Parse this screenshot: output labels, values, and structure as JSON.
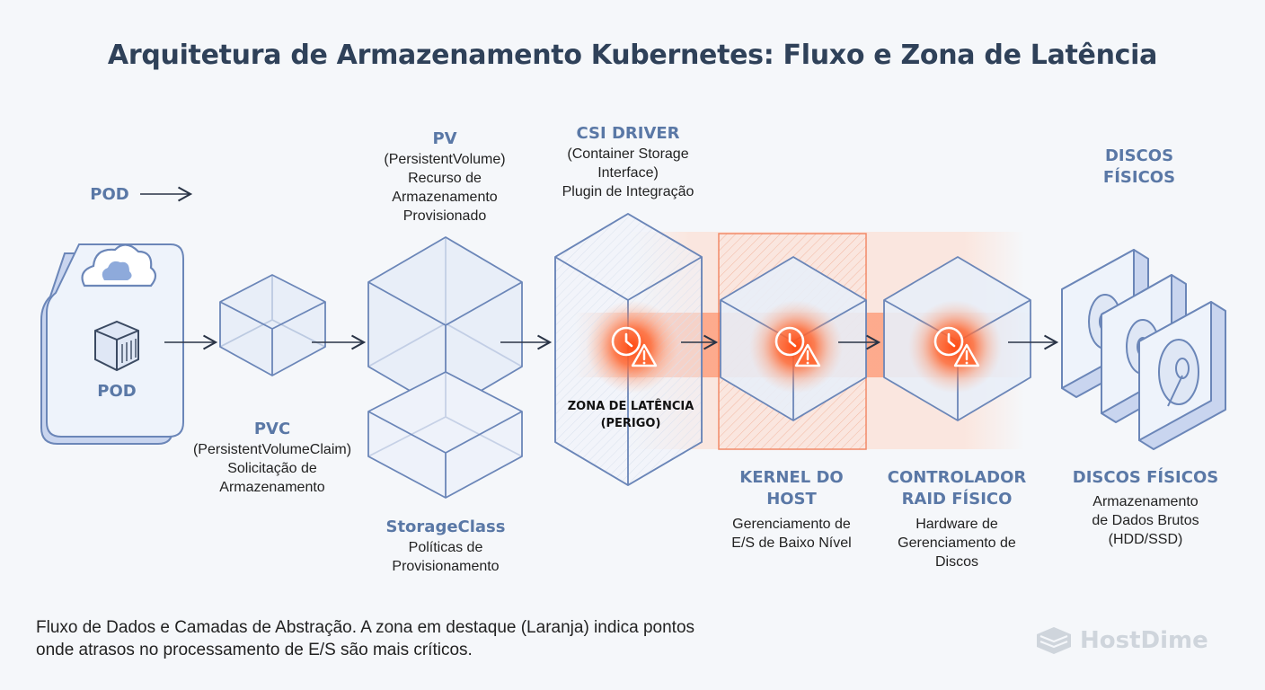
{
  "title": "Arquitetura de Armazenamento Kubernetes: Fluxo e Zona de Latência",
  "pod_top_label": "POD",
  "pod_card_label": "POD",
  "pvc": {
    "heading": "PVC",
    "desc": [
      "(PersistentVolumeClaim)",
      "Solicitação de",
      "Armazenamento"
    ]
  },
  "pv": {
    "heading": "PV",
    "desc": [
      "(PersistentVolume)",
      "Recurso de",
      "Armazenamento",
      "Provisionado"
    ]
  },
  "storageclass": {
    "heading": "StorageClass",
    "desc": [
      "Políticas de",
      "Provisionamento"
    ]
  },
  "csi": {
    "heading": "CSI DRIVER",
    "desc": [
      "(Container Storage",
      "Interface)",
      "Plugin de Integração"
    ]
  },
  "zone": [
    "ZONA DE LATÊNCIA",
    "(PERIGO)"
  ],
  "kernel": {
    "heading": [
      "KERNEL DO",
      "HOST"
    ],
    "desc": [
      "Gerenciamento de",
      "E/S de Baixo Nível"
    ]
  },
  "raid": {
    "heading": [
      "CONTROLADOR",
      "RAID FÍSICO"
    ],
    "desc": [
      "Hardware de",
      "Gerenciamento de",
      "Discos"
    ]
  },
  "disks_top": [
    "DISCOS",
    "FÍSICOS"
  ],
  "disks": {
    "heading": "DISCOS FÍSICOS",
    "desc": [
      "Armazenamento",
      "de Dados Brutos",
      "(HDD/SSD)"
    ]
  },
  "caption": [
    "Fluxo de Dados e Camadas de Abstração. A zona em destaque (Laranja) indica pontos",
    "onde atrasos no processamento de E/S são mais críticos."
  ],
  "brand": "HostDime",
  "colors": {
    "accent": "#5a78a6",
    "danger": "#ff5a2a",
    "box_stroke": "#6b86b8",
    "box_fill": "#e8eef8"
  },
  "icons": [
    "cloud-icon",
    "container-icon",
    "clock-warning-icon",
    "hard-disk-icon",
    "hostdime-logo-icon"
  ]
}
